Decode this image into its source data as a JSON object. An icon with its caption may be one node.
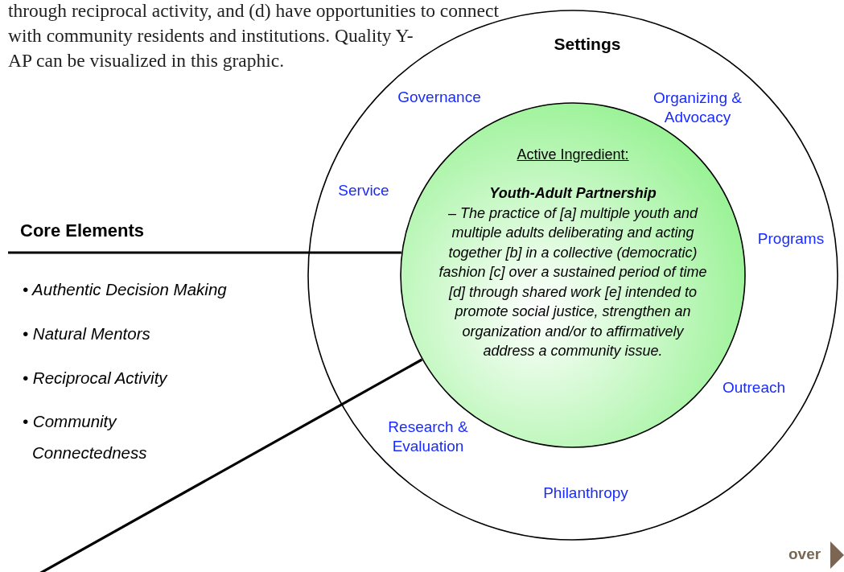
{
  "diagram": {
    "nodes": [
      {
        "text": [
          "Settings",
          "Governance",
          "Organizing & Advocacy",
          "Service",
          "Programs",
          "Outreach",
          "Research & Evaluation",
          "Philanthropy"
        ]
      },
      {
        "text": [
          "Active Ingredient:",
          "Youth-Adult Partnership",
          "– The practice of [a] multiple youth and multiple adults deliberating and acting together [b] in a collective (democratic) fashion [c] over a sustained period of time [d] through shared work [e] intended to promote social justice, strengthen an organization and/or to affirmatively address a community issue."
        ],
        "in": 0
      },
      {
        "text": [
          "Core Elements"
        ]
      }
    ],
    "edges": [
      {
        "from": 2,
        "to": 1,
        "arrow": "none"
      },
      {
        "from": null,
        "to": 1,
        "arrow": "none"
      }
    ],
    "labels": [
      "through reciprocal activity, and (d) have opportunities to connect with community residents and institutions. Quality Y-AP can be visualized in this graphic.",
      "• Authentic Decision Making",
      "• Natural Mentors",
      "• Reciprocal Activity",
      "• Community Connectedness",
      "over"
    ]
  }
}
